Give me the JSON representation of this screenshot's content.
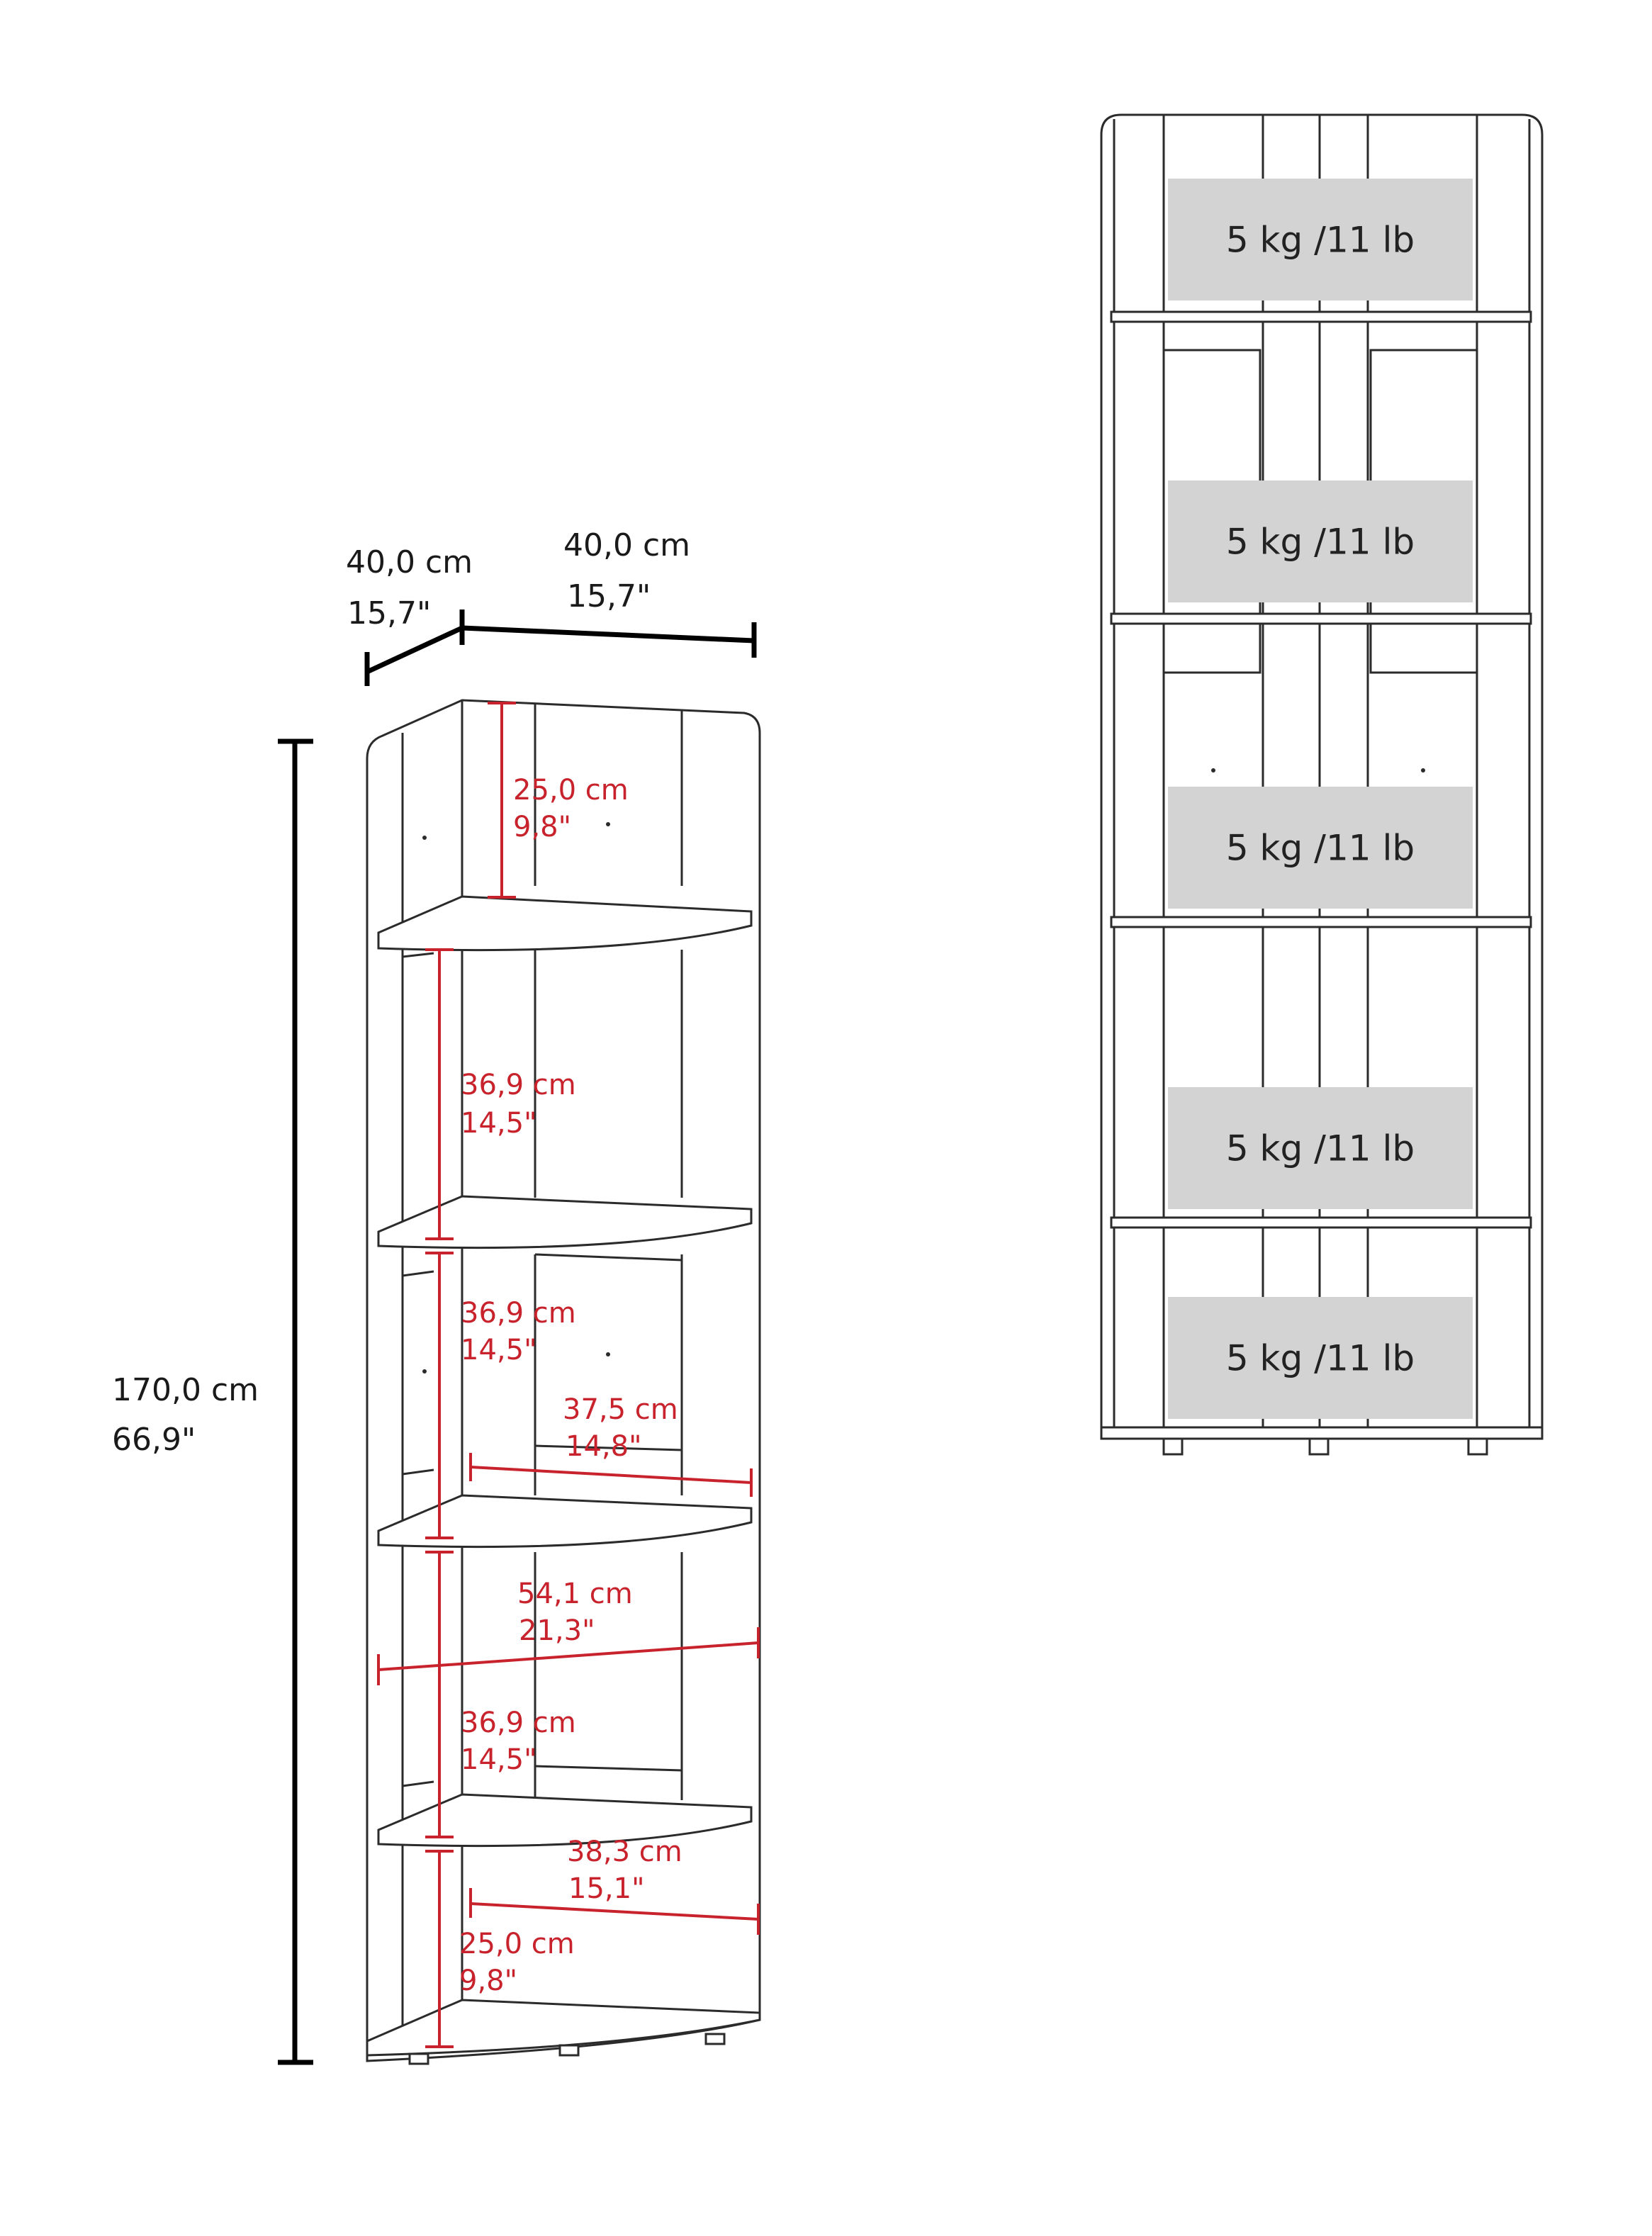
{
  "overall": {
    "depth_left": {
      "cm": "40,0 cm",
      "in": "15,7\""
    },
    "depth_right": {
      "cm": "40,0 cm",
      "in": "15,7\""
    },
    "height": {
      "cm": "170,0 cm",
      "in": "66,9\""
    }
  },
  "inner": {
    "top_gap": {
      "cm": "25,0 cm",
      "in": "9,8\""
    },
    "gap_2": {
      "cm": "36,9 cm",
      "in": "14,5\""
    },
    "gap_3": {
      "cm": "36,9 cm",
      "in": "14,5\""
    },
    "shelf_width_3": {
      "cm": "37,5 cm",
      "in": "14,8\""
    },
    "diagonal": {
      "cm": "54,1 cm",
      "in": "21,3\""
    },
    "gap_4": {
      "cm": "36,9 cm",
      "in": "14,5\""
    },
    "shelf_width_4": {
      "cm": "38,3 cm",
      "in": "15,1\""
    },
    "bottom_gap": {
      "cm": "25,0 cm",
      "in": "9,8\""
    }
  },
  "capacity": [
    "5 kg /11 lb",
    "5 kg /11 lb",
    "5 kg /11 lb",
    "5 kg /11 lb",
    "5 kg /11 lb"
  ],
  "colors": {
    "dimension_red": "#c8232c",
    "capacity_box": "#d3d3d3",
    "line": "#2b2b2b"
  }
}
